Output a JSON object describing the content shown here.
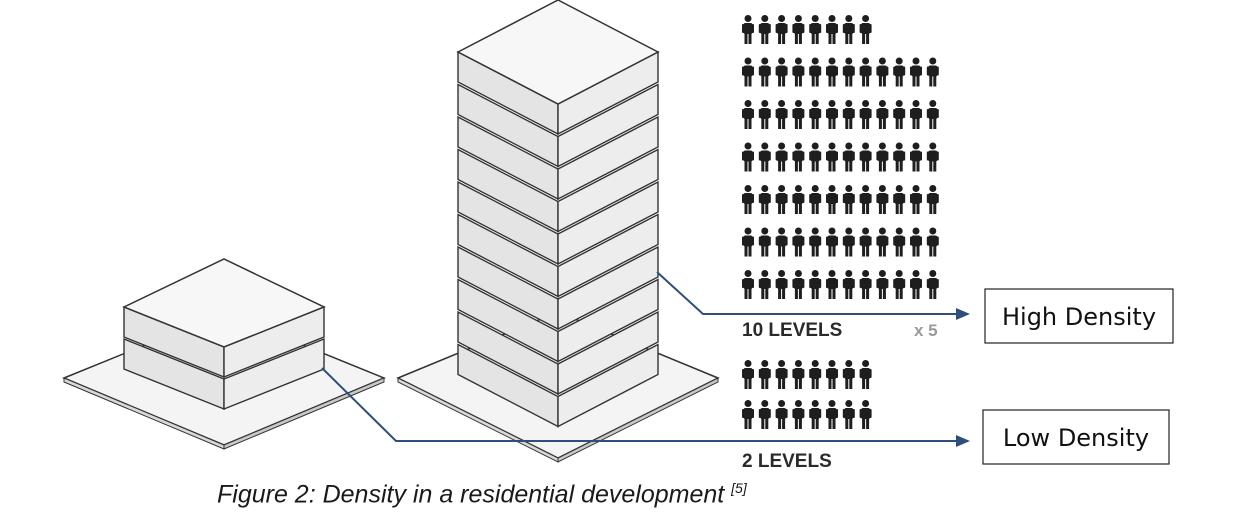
{
  "diagram": {
    "low_density_label": "Low Density",
    "high_density_label": "High Density",
    "high_rise_levels_label": "10 LEVELS",
    "multiplier_label": "x 5",
    "low_rise_levels_label": "2 LEVELS",
    "tall_building_levels": 10,
    "short_building_levels": 2,
    "high_rise_people_rows": [
      8,
      12,
      12,
      12,
      12,
      12,
      12
    ],
    "low_rise_people_rows": [
      8,
      8
    ],
    "colors": {
      "line": "#2f4f7a",
      "block_top": "#f7f7f7",
      "block_side": "#e4e4e4",
      "outline": "#333333",
      "person": "#1e1e1e"
    }
  },
  "caption": {
    "text": "Figure 2: Density in a residential development ",
    "reference": "[5]"
  }
}
